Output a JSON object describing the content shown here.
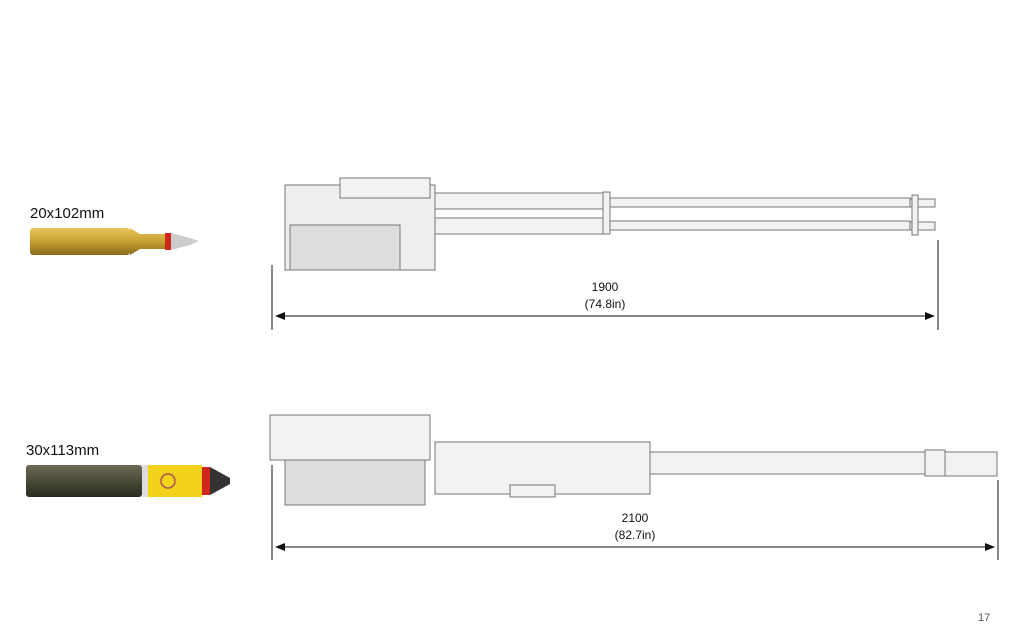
{
  "rounds": [
    {
      "caliber": "20x102mm"
    },
    {
      "caliber": "30x113mm"
    }
  ],
  "guns": [
    {
      "length_mm": "1900",
      "length_in": "(74.8in)"
    },
    {
      "length_mm": "2100",
      "length_in": "(82.7in)"
    }
  ],
  "page_number": "17",
  "colors": {
    "brass": "#c8a032",
    "olive": "#4a4a38",
    "yellow": "#f2d21a",
    "red": "#d0261c"
  }
}
